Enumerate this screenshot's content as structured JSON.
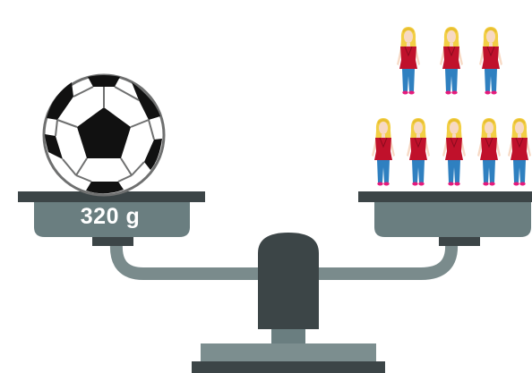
{
  "left_pan": {
    "object": "soccer-ball",
    "weight_label": "320 g"
  },
  "right_pan": {
    "object": "doll-figure",
    "count": 8,
    "rows": [
      3,
      5
    ]
  },
  "colors": {
    "scale_dark": "#3c4547",
    "scale_mid": "#6a7e80",
    "scale_arm": "#7a8b8c",
    "scale_base": "#7c8e8f",
    "doll_dress": "#c0112b",
    "doll_jeans": "#2f80c0",
    "doll_hair": "#f2cf45",
    "doll_shoes": "#e5197b"
  }
}
